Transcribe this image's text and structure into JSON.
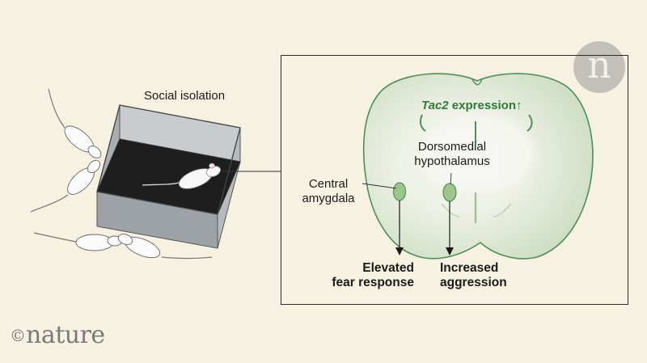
{
  "labels": {
    "social_isolation": "Social isolation",
    "tac2_gene": "Tac2",
    "expression": " expression",
    "up_arrow": "↑",
    "dorsomedial_line1": "Dorsomedial",
    "dorsomedial_line2": "hypothalamus",
    "central_line1": "Central",
    "central_line2": "amygdala",
    "outcome_fear_line1": "Elevated",
    "outcome_fear_line2": "fear response",
    "outcome_aggr_line1": "Increased",
    "outcome_aggr_line2": "aggression"
  },
  "branding": {
    "copyright": "©",
    "publisher": "nature",
    "logo_letter": "n"
  },
  "colors": {
    "background": "#f7f1e1",
    "brain_fill": "#dfe8d4",
    "brain_edge": "#4f8f57",
    "region_fill": "#9cc48c",
    "accent_green": "#2f7a3a",
    "box_side": "#a4a9ad",
    "box_floor": "#1e1e1e"
  }
}
